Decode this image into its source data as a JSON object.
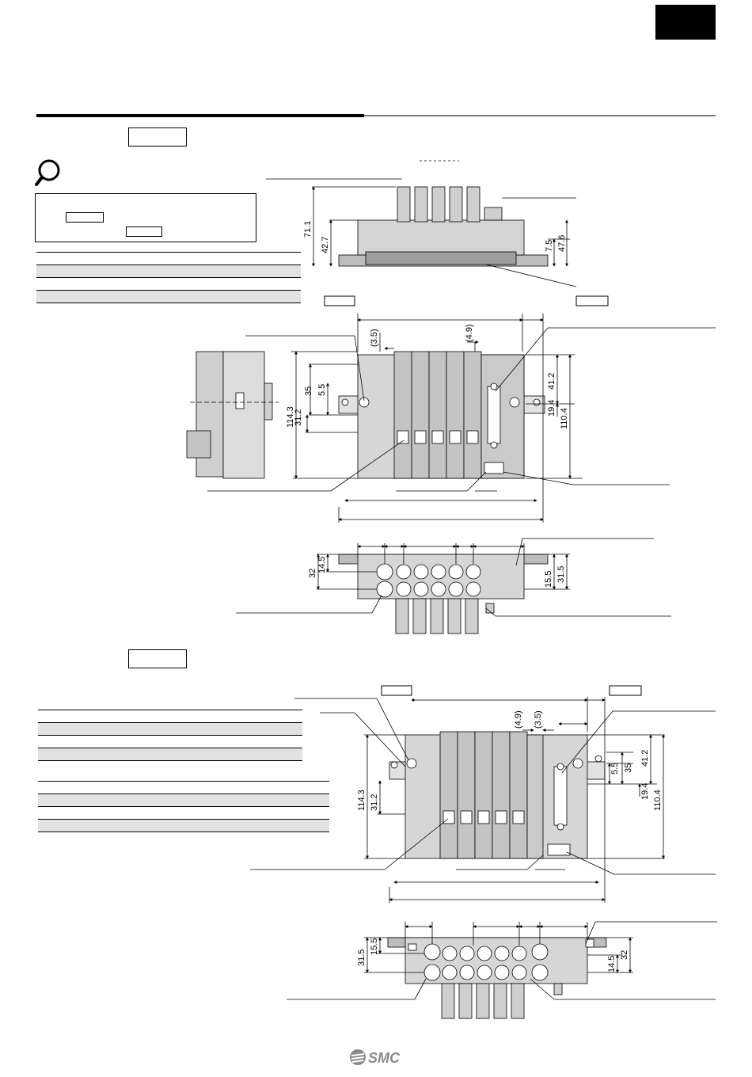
{
  "logo": {
    "text": "SMC"
  },
  "dimensions": {
    "d71_1": "71.1",
    "d42_7": "42.7",
    "d7_5": "7.5",
    "d47_6": "47.6",
    "d3_5": "(3.5)",
    "d4_9": "(4.9)",
    "d41_2": "41.2",
    "d19_4": "19.4",
    "d110_4": "110.4",
    "d35": "35",
    "d5_5": "5.5",
    "d114_3": "114.3",
    "d31_2": "31.2",
    "d32": "32",
    "d14_5": "14.5",
    "d15_5": "15.5",
    "d31_5": "31.5"
  }
}
